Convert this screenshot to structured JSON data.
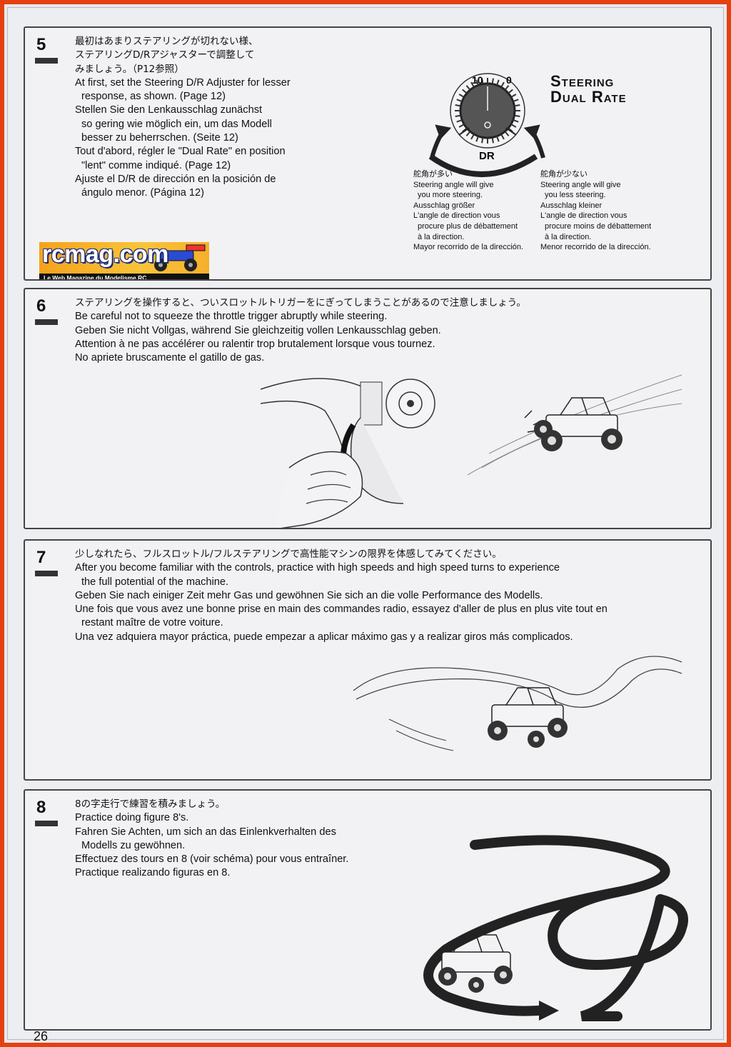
{
  "page_number": "26",
  "logo": {
    "text": "rcmag.com",
    "tagline": "Le Web Magazine du Modelisme RC"
  },
  "steps": [
    {
      "number": "5",
      "lines": [
        {
          "text": "最初はあまりステアリングが切れない様、",
          "indent": false,
          "ja": true
        },
        {
          "text": "ステアリングD/Rアジャスターで調整して",
          "indent": false,
          "ja": true
        },
        {
          "text": "みましょう。（P12参照）",
          "indent": false,
          "ja": true
        },
        {
          "text": "At first, set the Steering D/R Adjuster for lesser",
          "indent": false
        },
        {
          "text": "response, as shown. (Page 12)",
          "indent": true
        },
        {
          "text": "Stellen Sie den Lenkausschlag zunächst",
          "indent": false
        },
        {
          "text": "so gering wie möglich ein, um das Modell",
          "indent": true
        },
        {
          "text": "besser zu beherrschen. (Seite 12)",
          "indent": true
        },
        {
          "text": "Tout d'abord, régler le \"Dual Rate\" en position",
          "indent": false
        },
        {
          "text": "\"lent\" comme indiqué. (Page 12)",
          "indent": true
        },
        {
          "text": "Ajuste el D/R de dirección en la posición de",
          "indent": false
        },
        {
          "text": "ángulo menor. (Página 12)",
          "indent": true
        }
      ]
    },
    {
      "number": "6",
      "lines": [
        {
          "text": "ステアリングを操作すると、ついスロットルトリガーをにぎってしまうことがあるので注意しましょう。",
          "indent": false,
          "ja": true
        },
        {
          "text": "Be careful not to squeeze the throttle trigger abruptly while steering.",
          "indent": false
        },
        {
          "text": "Geben Sie nicht Vollgas, während Sie gleichzeitig vollen Lenkausschlag geben.",
          "indent": false
        },
        {
          "text": "Attention à ne pas accélérer ou ralentir trop brutalement lorsque vous tournez.",
          "indent": false
        },
        {
          "text": "No apriete bruscamente el gatillo de gas.",
          "indent": false
        }
      ]
    },
    {
      "number": "7",
      "lines": [
        {
          "text": "少しなれたら、フルスロットル/フルステアリングで高性能マシンの限界を体感してみてください。",
          "indent": false,
          "ja": true
        },
        {
          "text": "After you become familiar with the controls, practice with high speeds and high speed turns to experience",
          "indent": false
        },
        {
          "text": "the full potential of the machine.",
          "indent": true
        },
        {
          "text": "Geben Sie nach einiger Zeit mehr Gas und gewöhnen Sie sich an die volle Performance des Modells.",
          "indent": false
        },
        {
          "text": "Une fois que vous avez une bonne prise en main des commandes radio, essayez d'aller de plus en plus vite tout en",
          "indent": false
        },
        {
          "text": "restant maître de votre voiture.",
          "indent": true
        },
        {
          "text": "Una vez adquiera mayor práctica, puede empezar a aplicar máximo gas y a realizar giros más complicados.",
          "indent": false
        }
      ]
    },
    {
      "number": "8",
      "lines": [
        {
          "text": "8の字走行で練習を積みましょう。",
          "indent": false,
          "ja": true
        },
        {
          "text": "Practice doing figure 8's.",
          "indent": false
        },
        {
          "text": "Fahren Sie Achten, um sich an das Einlenkverhalten des",
          "indent": false
        },
        {
          "text": "Modells zu gewöhnen.",
          "indent": true
        },
        {
          "text": "Effectuez des tours en 8 (voir schéma) pour vous entraîner.",
          "indent": false
        },
        {
          "text": "Practique realizando figuras en 8.",
          "indent": false
        }
      ]
    }
  ],
  "dial": {
    "label_left": "10",
    "label_right": "0",
    "label_bottom": "DR",
    "title_line1": "Steering",
    "title_line2": "Dual Rate"
  },
  "dial_captions": {
    "more": [
      {
        "text": "舵角が多い",
        "indent": false
      },
      {
        "text": "Steering angle will give",
        "indent": false
      },
      {
        "text": "you more steering.",
        "indent": true
      },
      {
        "text": "Ausschlag größer",
        "indent": false
      },
      {
        "text": "L'angle de direction vous",
        "indent": false
      },
      {
        "text": "procure plus de débattement",
        "indent": true
      },
      {
        "text": "à la direction.",
        "indent": true
      },
      {
        "text": "Mayor recorrido de la dirección.",
        "indent": false
      }
    ],
    "less": [
      {
        "text": "舵角が少ない",
        "indent": false
      },
      {
        "text": "Steering angle will give",
        "indent": false
      },
      {
        "text": "you less steering.",
        "indent": true
      },
      {
        "text": "Ausschlag kleiner",
        "indent": false
      },
      {
        "text": "L'angle de direction vous",
        "indent": false
      },
      {
        "text": "procure moins de débattement",
        "indent": true
      },
      {
        "text": "à la direction.",
        "indent": true
      },
      {
        "text": "Menor recorrido de la dirección.",
        "indent": false
      }
    ]
  },
  "colors": {
    "border": "#e4410f",
    "paper": "#eceef2",
    "ink": "#111111",
    "logo_accent": "#f6a21c"
  }
}
